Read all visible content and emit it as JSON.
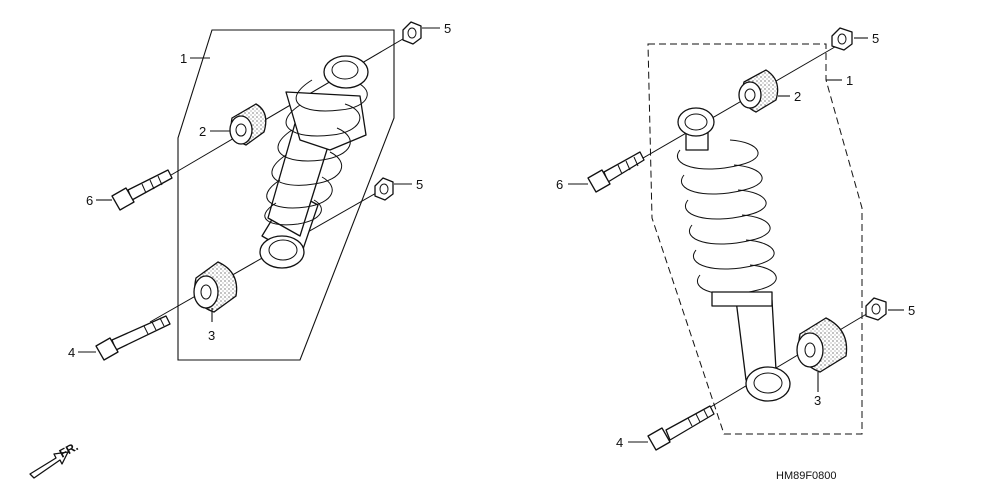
{
  "diagram": {
    "drawing_code": "HM89F0800",
    "front_marker": "FR.",
    "left_assembly": {
      "callouts": {
        "shock_absorber": "1",
        "upper_bushing": "2",
        "lower_bushing": "3",
        "lower_bolt": "4",
        "upper_nut": "5",
        "lower_nut": "5",
        "upper_bolt": "6"
      }
    },
    "right_assembly": {
      "callouts": {
        "shock_absorber": "1",
        "upper_bushing": "2",
        "lower_bushing": "3",
        "lower_bolt": "4",
        "upper_nut": "5",
        "lower_nut": "5",
        "upper_bolt": "6"
      }
    }
  }
}
